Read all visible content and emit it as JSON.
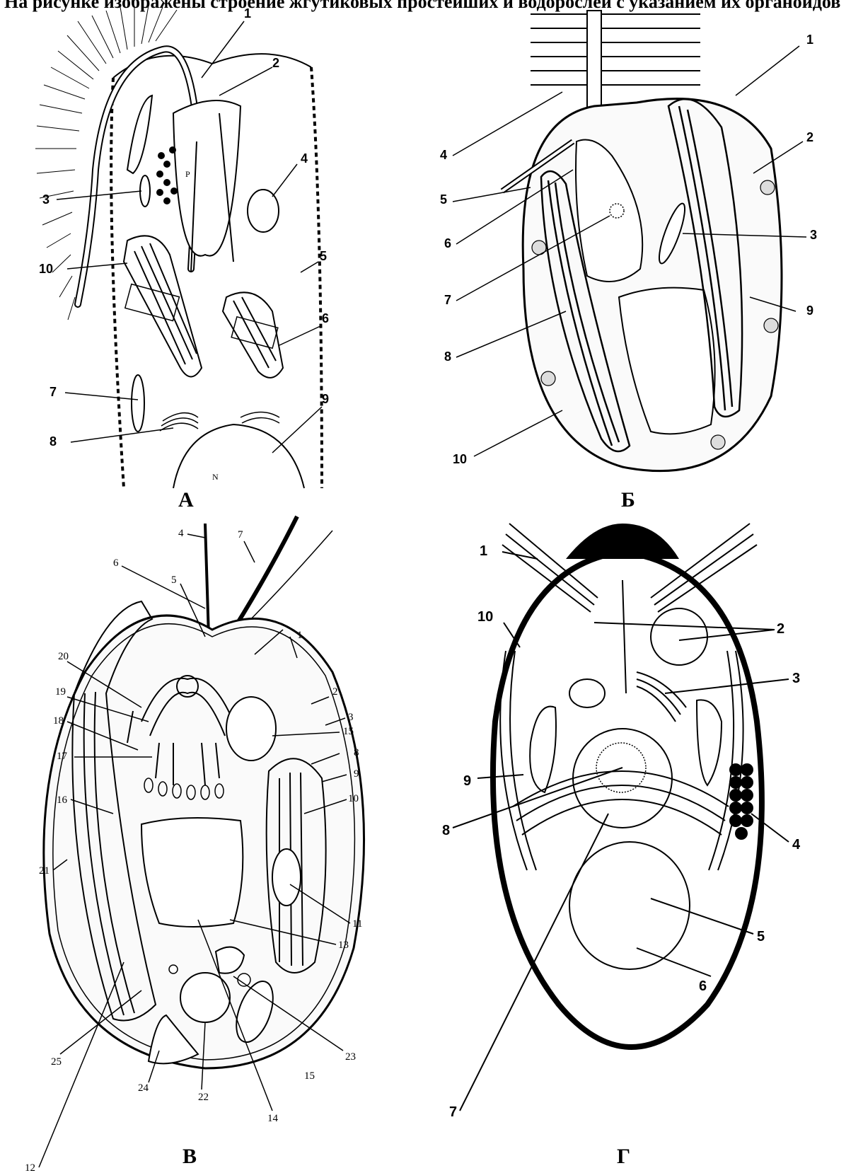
{
  "caption": "На рисунке изображены строение жгутиковых простейших и водорослей с указанием их органоидов",
  "panels": {
    "a": {
      "letter": "А",
      "labels": [
        "1",
        "2",
        "3",
        "4",
        "5",
        "6",
        "7",
        "8",
        "9",
        "10"
      ],
      "nucleus_mark": "N",
      "pyrenoid_mark": "P"
    },
    "b": {
      "letter": "Б",
      "labels": [
        "1",
        "2",
        "3",
        "4",
        "5",
        "6",
        "7",
        "8",
        "9",
        "10"
      ]
    },
    "v": {
      "letter": "В",
      "labels": [
        "1",
        "2",
        "3",
        "4",
        "5",
        "6",
        "7",
        "8",
        "9",
        "10",
        "11",
        "12",
        "13",
        "14",
        "15",
        "15",
        "16",
        "17",
        "18",
        "19",
        "20",
        "21",
        "22",
        "23",
        "24",
        "25"
      ]
    },
    "g": {
      "letter": "Г",
      "labels": [
        "1",
        "2",
        "3",
        "4",
        "5",
        "6",
        "7",
        "8",
        "9",
        "10"
      ]
    }
  }
}
